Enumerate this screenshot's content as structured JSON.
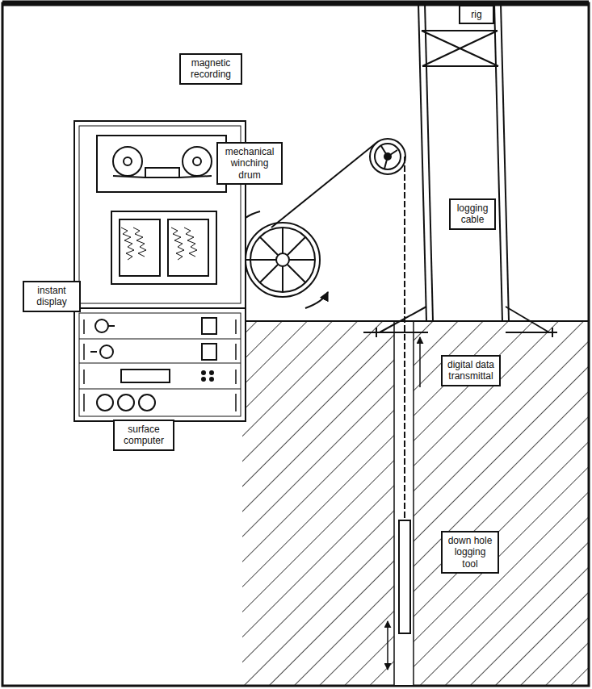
{
  "diagram": {
    "nodes": [
      {
        "text": [
          "rig"
        ]
      },
      {
        "text": [
          "magnetic recording"
        ]
      },
      {
        "text": [
          "mechanical winching drum"
        ]
      },
      {
        "text": [
          "logging cable"
        ]
      },
      {
        "text": [
          "instant display"
        ]
      },
      {
        "text": [
          "digital data transmittal"
        ]
      },
      {
        "text": [
          "surface computer"
        ]
      },
      {
        "text": [
          "down hole logging tool"
        ]
      }
    ]
  }
}
